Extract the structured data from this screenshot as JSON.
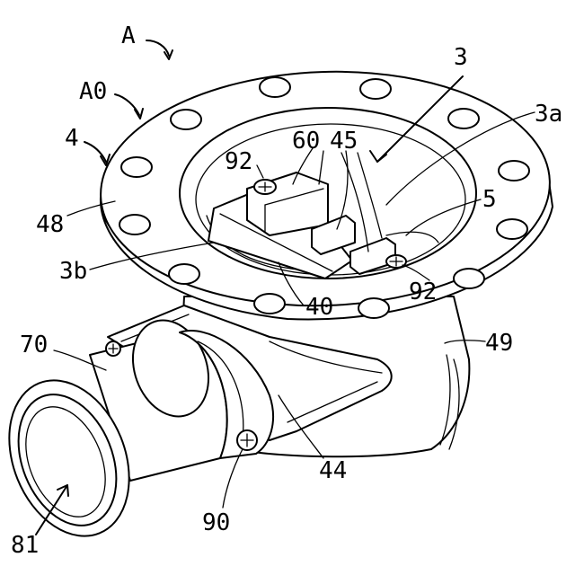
{
  "labels": {
    "A": "A",
    "A0": "A0",
    "n4": "4",
    "n48": "48",
    "n3b": "3b",
    "n3": "3",
    "n3a": "3a",
    "n60": "60",
    "n45": "45",
    "n92_upper": "92",
    "n5": "5",
    "n92_lower": "92",
    "n40": "40",
    "n49": "49",
    "n70": "70",
    "n44": "44",
    "n90": "90",
    "n81": "81"
  }
}
